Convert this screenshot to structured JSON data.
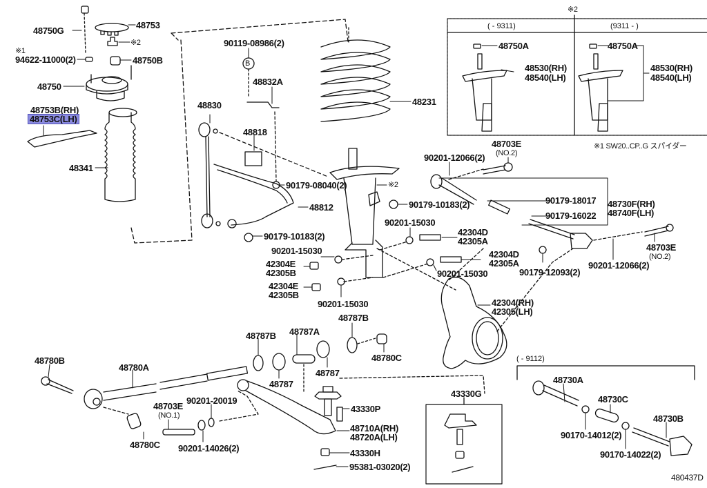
{
  "diagram": {
    "id": "480437D",
    "note": "※1 SW20..CP..G スパイダー",
    "selected_label": "48753C(LH)",
    "box_top_right": {
      "marker": "※2",
      "columns": [
        {
          "header": "(        - 9311)",
          "labels": [
            "48750A",
            "48530(RH)",
            "48540(LH)"
          ]
        },
        {
          "header": "(9311 -        )",
          "labels": [
            "48750A",
            "48530(RH)",
            "48540(LH)"
          ]
        }
      ]
    },
    "box_ball_joint": {
      "label": "43330G"
    },
    "bracket_bottom_right": {
      "header": "(        - 9112)"
    },
    "labels": {
      "p48750G": "48750G",
      "p48753": "48753",
      "note2a": "※2",
      "note1": "※1",
      "p94622": "94622-11000(2)",
      "p48750B": "48750B",
      "p48750": "48750",
      "p48753B": "48753B(RH)",
      "p48753C": "48753C(LH)",
      "p48341": "48341",
      "p90119": "90119-08986(2)",
      "circleB": "B",
      "p48832A": "48832A",
      "p48830": "48830",
      "p48818": "48818",
      "p48231": "48231",
      "p90179_08040": "90179-08040(2)",
      "note2b": "※2",
      "p48812": "48812",
      "p90179_10183a": "90179-10183(2)",
      "p90179_10183b": "90179-10183(2)",
      "p90201_12066a": "90201-12066(2)",
      "p48703E_a": "48703E",
      "no2a": "(NO.2)",
      "p90179_18017": "90179-18017",
      "p90179_16022": "90179-16022",
      "p48730F": "48730F(RH)",
      "p48740F": "48740F(LH)",
      "p90201_15030a": "90201-15030",
      "p42304D_a": "42304D",
      "p42305A_a": "42305A",
      "p42304D_b": "42304D",
      "p42305A_b": "42305A",
      "p90201_15030b": "90201-15030",
      "p90201_15030c": "90201-15030",
      "p90201_15030d": "90201-15030",
      "p42304E_a": "42304E",
      "p42305B_a": "42305B",
      "p42304E_b": "42304E",
      "p42305B_b": "42305B",
      "p90179_12093": "90179-12093(2)",
      "p90201_12066b": "90201-12066(2)",
      "p48703E_b": "48703E",
      "no2b": "(NO.2)",
      "p42304": "42304(RH)",
      "p42305": "42305(LH)",
      "p48787B_a": "48787B",
      "p48787A": "48787A",
      "p48787B_b": "48787B",
      "p48787_a": "48787",
      "p48787_b": "48787",
      "p48780C_a": "48780C",
      "p48780B": "48780B",
      "p48780A": "48780A",
      "p48703E_c": "48703E",
      "no1": "(NO.1)",
      "p90201_20019": "90201-20019",
      "p90201_14026": "90201-14026(2)",
      "p48780C_b": "48780C",
      "p43330P": "43330P",
      "p48710A": "48710A(RH)",
      "p48720A": "48720A(LH)",
      "p43330H": "43330H",
      "p95381": "95381-03020(2)",
      "p48730A": "48730A",
      "p48730C": "48730C",
      "p48730B": "48730B",
      "p90170_14012": "90170-14012(2)",
      "p90170_14022": "90170-14022(2)"
    }
  }
}
